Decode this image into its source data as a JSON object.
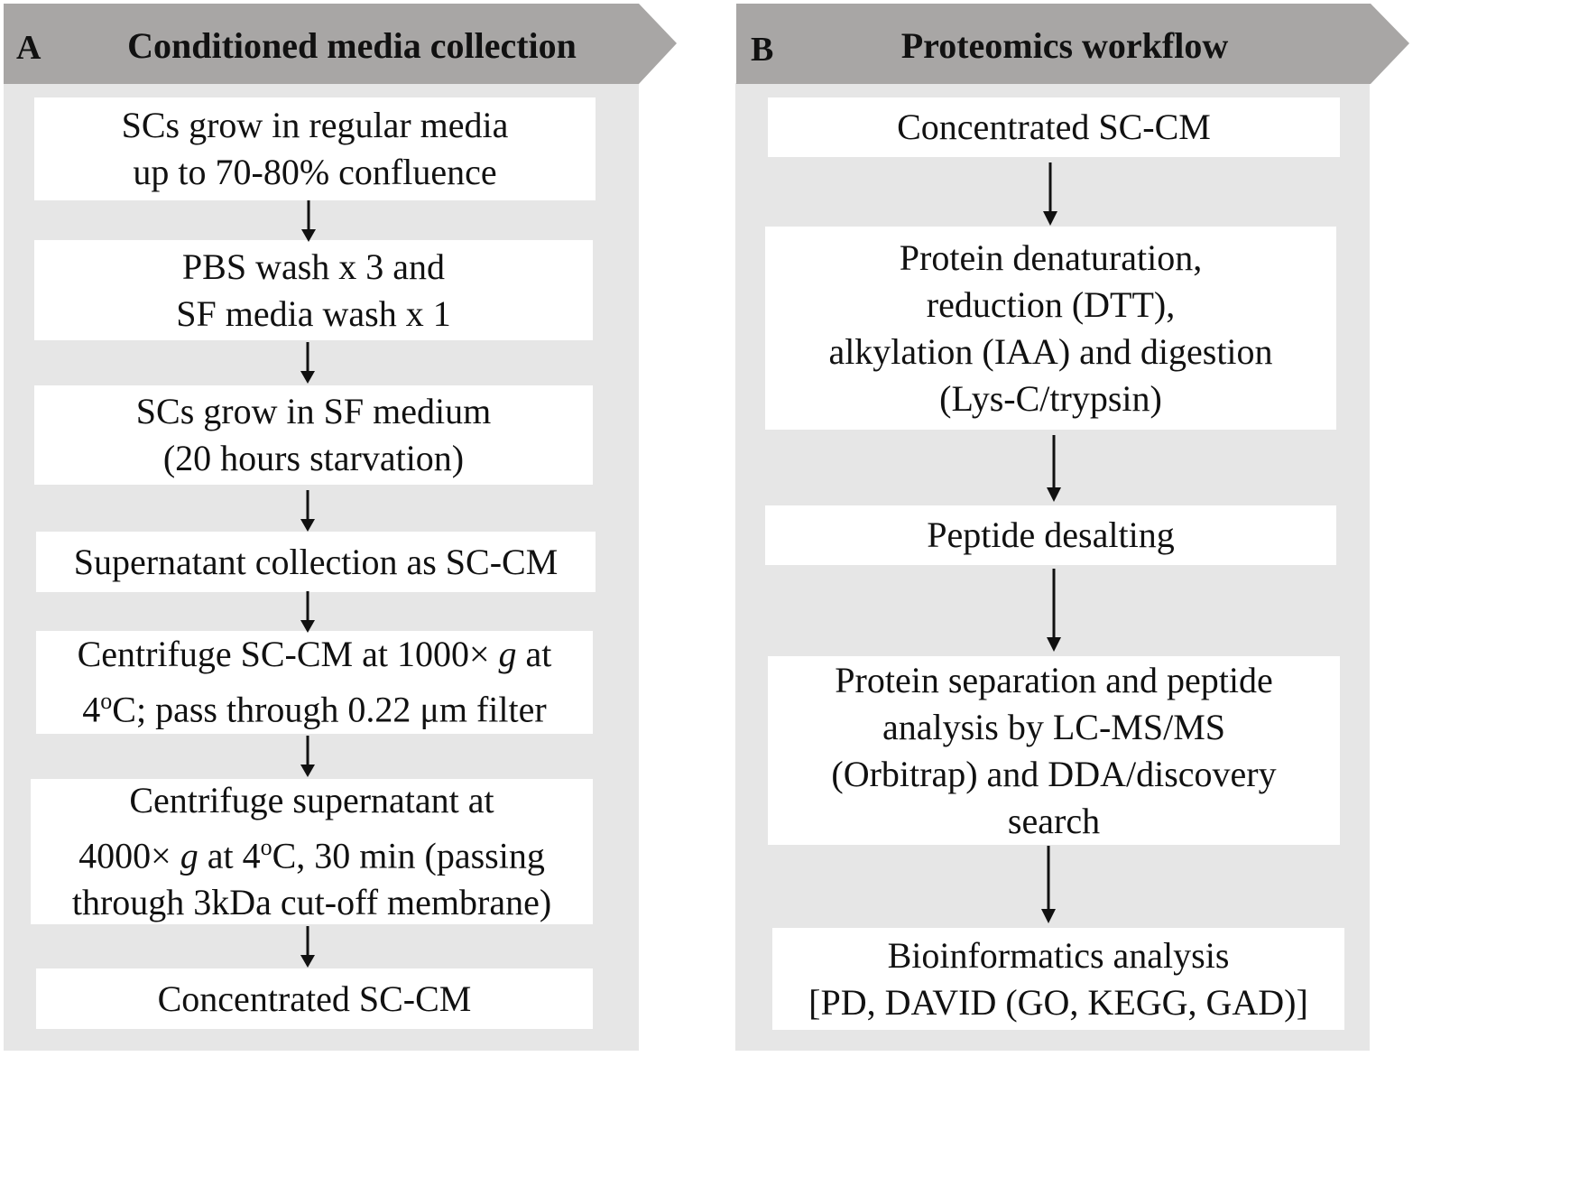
{
  "panel_a": {
    "letter": "A",
    "title": "Conditioned media collection",
    "steps": [
      {
        "lines": [
          "SCs grow in regular media",
          "up to 70-80% confluence"
        ]
      },
      {
        "lines": [
          "PBS wash x 3 and",
          "SF media wash x 1"
        ]
      },
      {
        "lines": [
          "SCs grow in SF medium",
          "(20 hours starvation)"
        ]
      },
      {
        "lines": [
          "Supernatant collection as SC-CM"
        ]
      },
      {
        "line1_prefix": "Centrifuge SC-CM at 1000× ",
        "line1_italic": "g",
        "line1_suffix": " at",
        "line2_prefix": "4",
        "line2_sup": "o",
        "line2_suffix": "C; pass through 0.22 μm filter"
      },
      {
        "line1": "Centrifuge supernatant at",
        "line2_prefix": "4000× ",
        "line2_italic": "g",
        "line2_mid": " at 4",
        "line2_sup": "o",
        "line2_suffix": "C, 30 min (passing",
        "line3": "through 3kDa cut-off membrane)"
      },
      {
        "lines": [
          "Concentrated SC-CM"
        ]
      }
    ]
  },
  "panel_b": {
    "letter": "B",
    "title": "Proteomics workflow",
    "steps": [
      {
        "lines": [
          "Concentrated SC-CM"
        ]
      },
      {
        "lines": [
          "Protein denaturation,",
          "reduction (DTT),",
          "alkylation (IAA) and digestion",
          "(Lys-C/trypsin)"
        ]
      },
      {
        "lines": [
          "Peptide desalting"
        ]
      },
      {
        "lines": [
          "Protein separation and peptide",
          "analysis by LC-MS/MS",
          "(Orbitrap) and DDA/discovery",
          "search"
        ]
      },
      {
        "lines": [
          "Bioinformatics analysis",
          "[PD, DAVID (GO, KEGG, GAD)]"
        ]
      }
    ]
  },
  "colors": {
    "panel_background": "#e6e6e6",
    "banner": "#a8a6a5",
    "box": "#ffffff",
    "text": "#111111",
    "arrow": "#111111"
  }
}
